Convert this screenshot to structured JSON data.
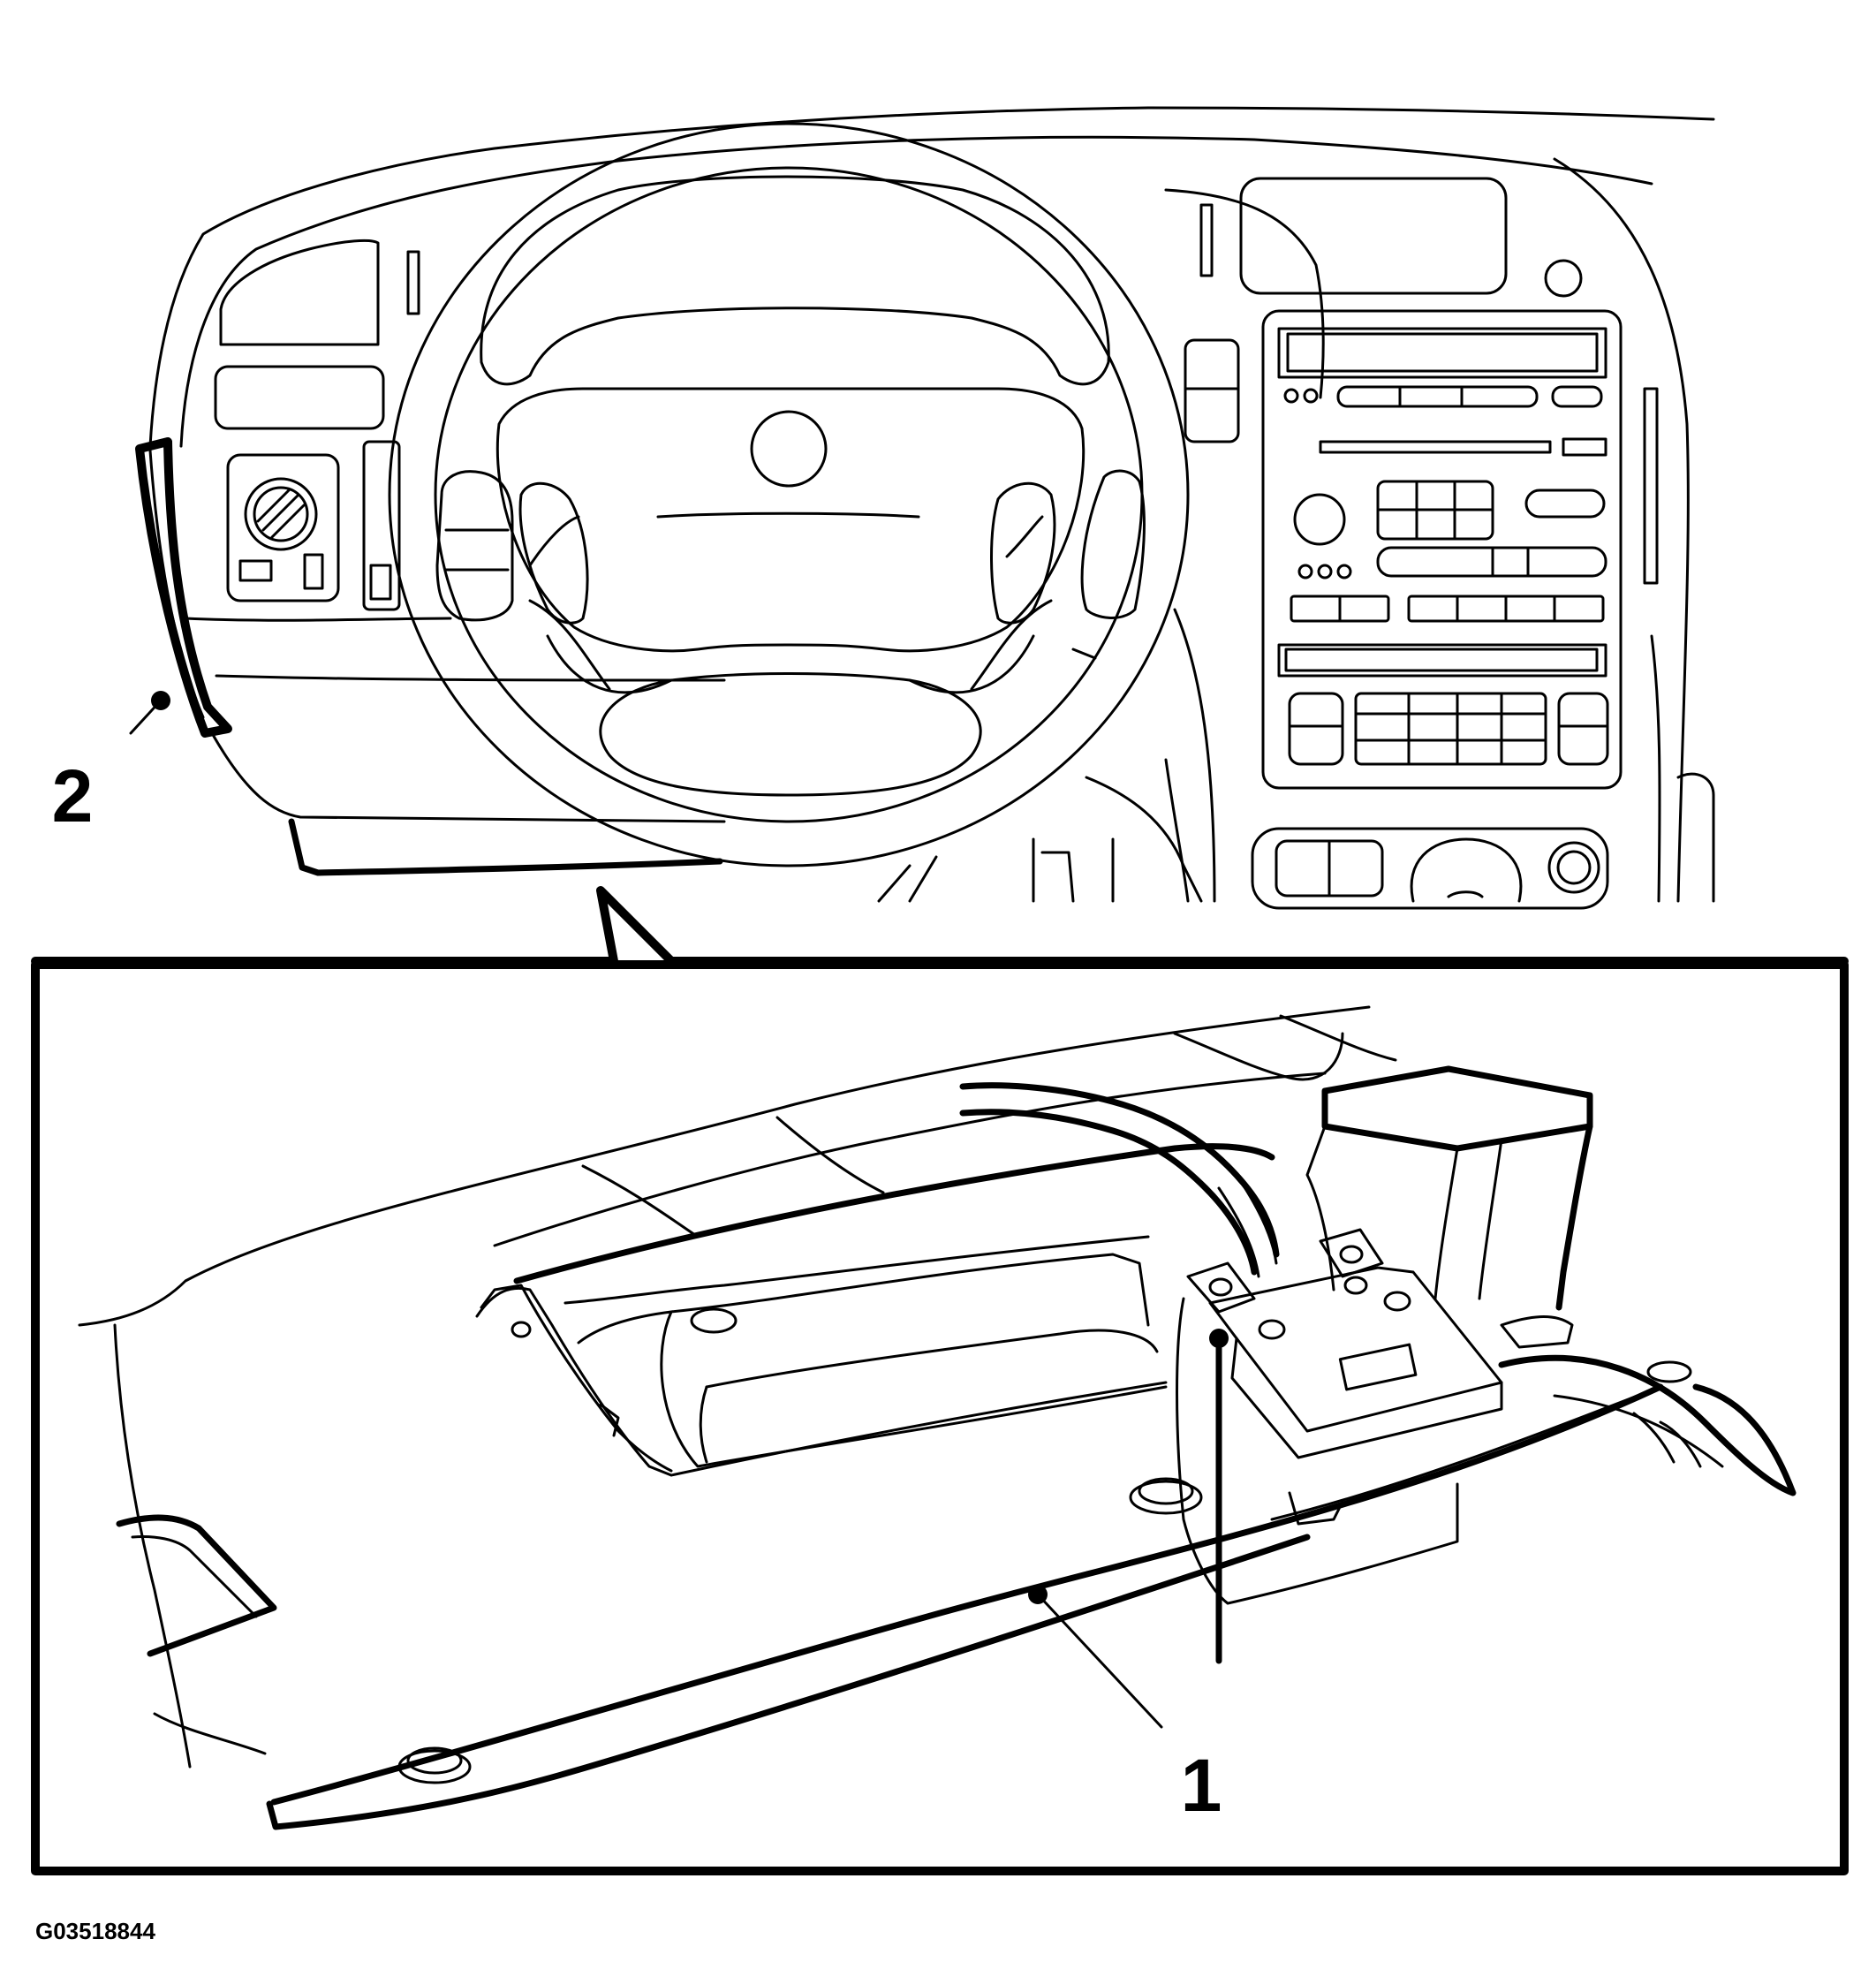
{
  "callouts": [
    {
      "id": "1",
      "label": "1"
    },
    {
      "id": "2",
      "label": "2"
    }
  ],
  "figure_id": "G03518844"
}
